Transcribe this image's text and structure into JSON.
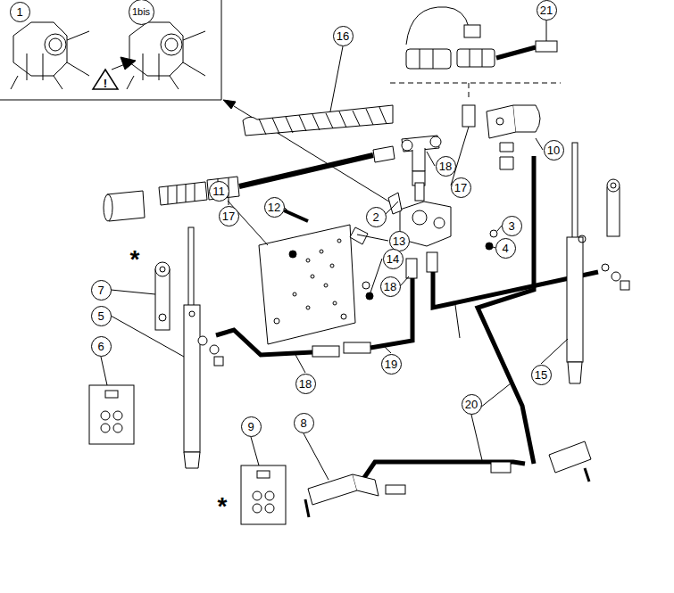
{
  "diagram": {
    "nodes": [
      {
        "text": [
          "1"
        ]
      },
      {
        "text": [
          "1bis"
        ]
      },
      {
        "text": [
          "16"
        ]
      },
      {
        "text": [
          "21"
        ]
      },
      {
        "text": [
          "18"
        ]
      },
      {
        "text": [
          "10"
        ]
      },
      {
        "text": [
          "17"
        ]
      },
      {
        "text": [
          "11"
        ]
      },
      {
        "text": [
          "12"
        ]
      },
      {
        "text": [
          "17"
        ]
      },
      {
        "text": [
          "2"
        ]
      },
      {
        "text": [
          "3"
        ]
      },
      {
        "text": [
          "13"
        ]
      },
      {
        "text": [
          "4"
        ]
      },
      {
        "text": [
          "14"
        ]
      },
      {
        "text": [
          "18"
        ]
      },
      {
        "text": [
          "7"
        ]
      },
      {
        "text": [
          "5"
        ]
      },
      {
        "text": [
          "6"
        ]
      },
      {
        "text": [
          "18"
        ]
      },
      {
        "text": [
          "19"
        ]
      },
      {
        "text": [
          "15"
        ]
      },
      {
        "text": [
          "20"
        ]
      },
      {
        "text": [
          "8"
        ]
      },
      {
        "text": [
          "9"
        ]
      }
    ],
    "labels": [
      "*",
      "*",
      "!"
    ]
  }
}
